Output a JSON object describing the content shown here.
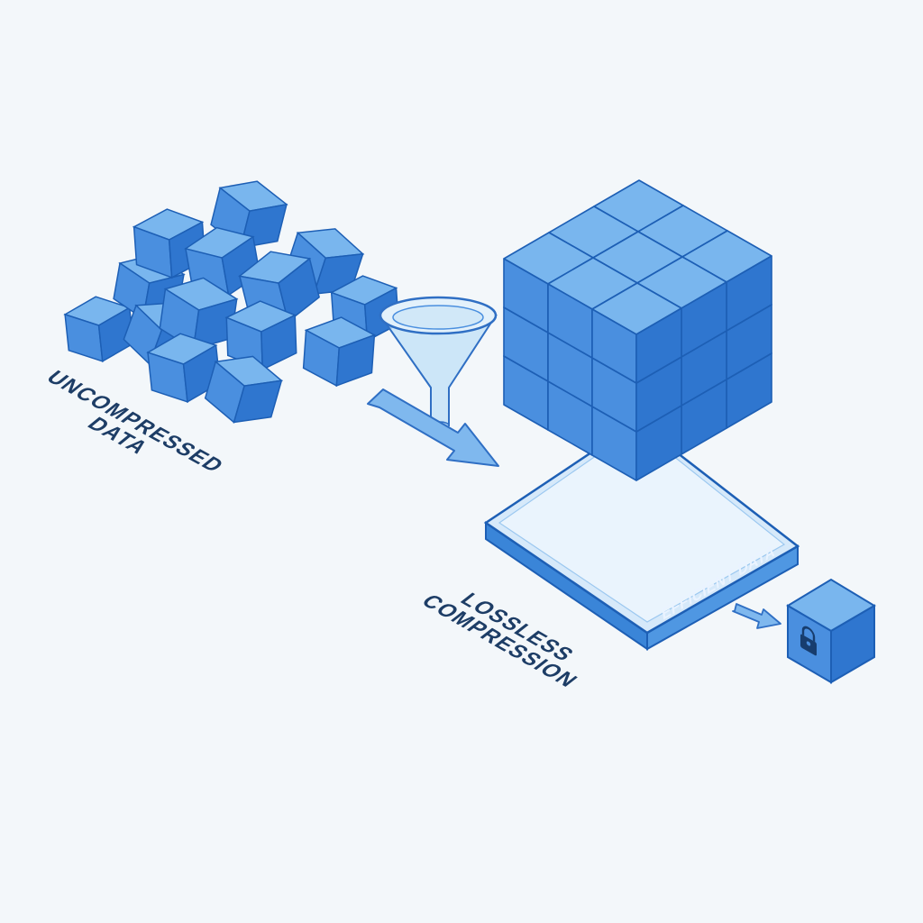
{
  "diagram": {
    "labels": {
      "uncompressed": [
        "UNCOMPRESSED",
        "DATA"
      ],
      "lossless": [
        "LOSSLESS",
        "COMPRESSION"
      ],
      "efficient": "EFFICIENT DATA"
    },
    "colors": {
      "background": "#f3f7fa",
      "cube_top": "#79b6ee",
      "cube_left": "#4a8fdf",
      "cube_right": "#2f76cf",
      "outline": "#1d5fb5",
      "label_text": "#1d3d66",
      "platform": "#3a85d8"
    },
    "icons": {
      "funnel": "funnel-icon",
      "arrow": "arrow-icon",
      "lock": "lock-icon"
    }
  }
}
